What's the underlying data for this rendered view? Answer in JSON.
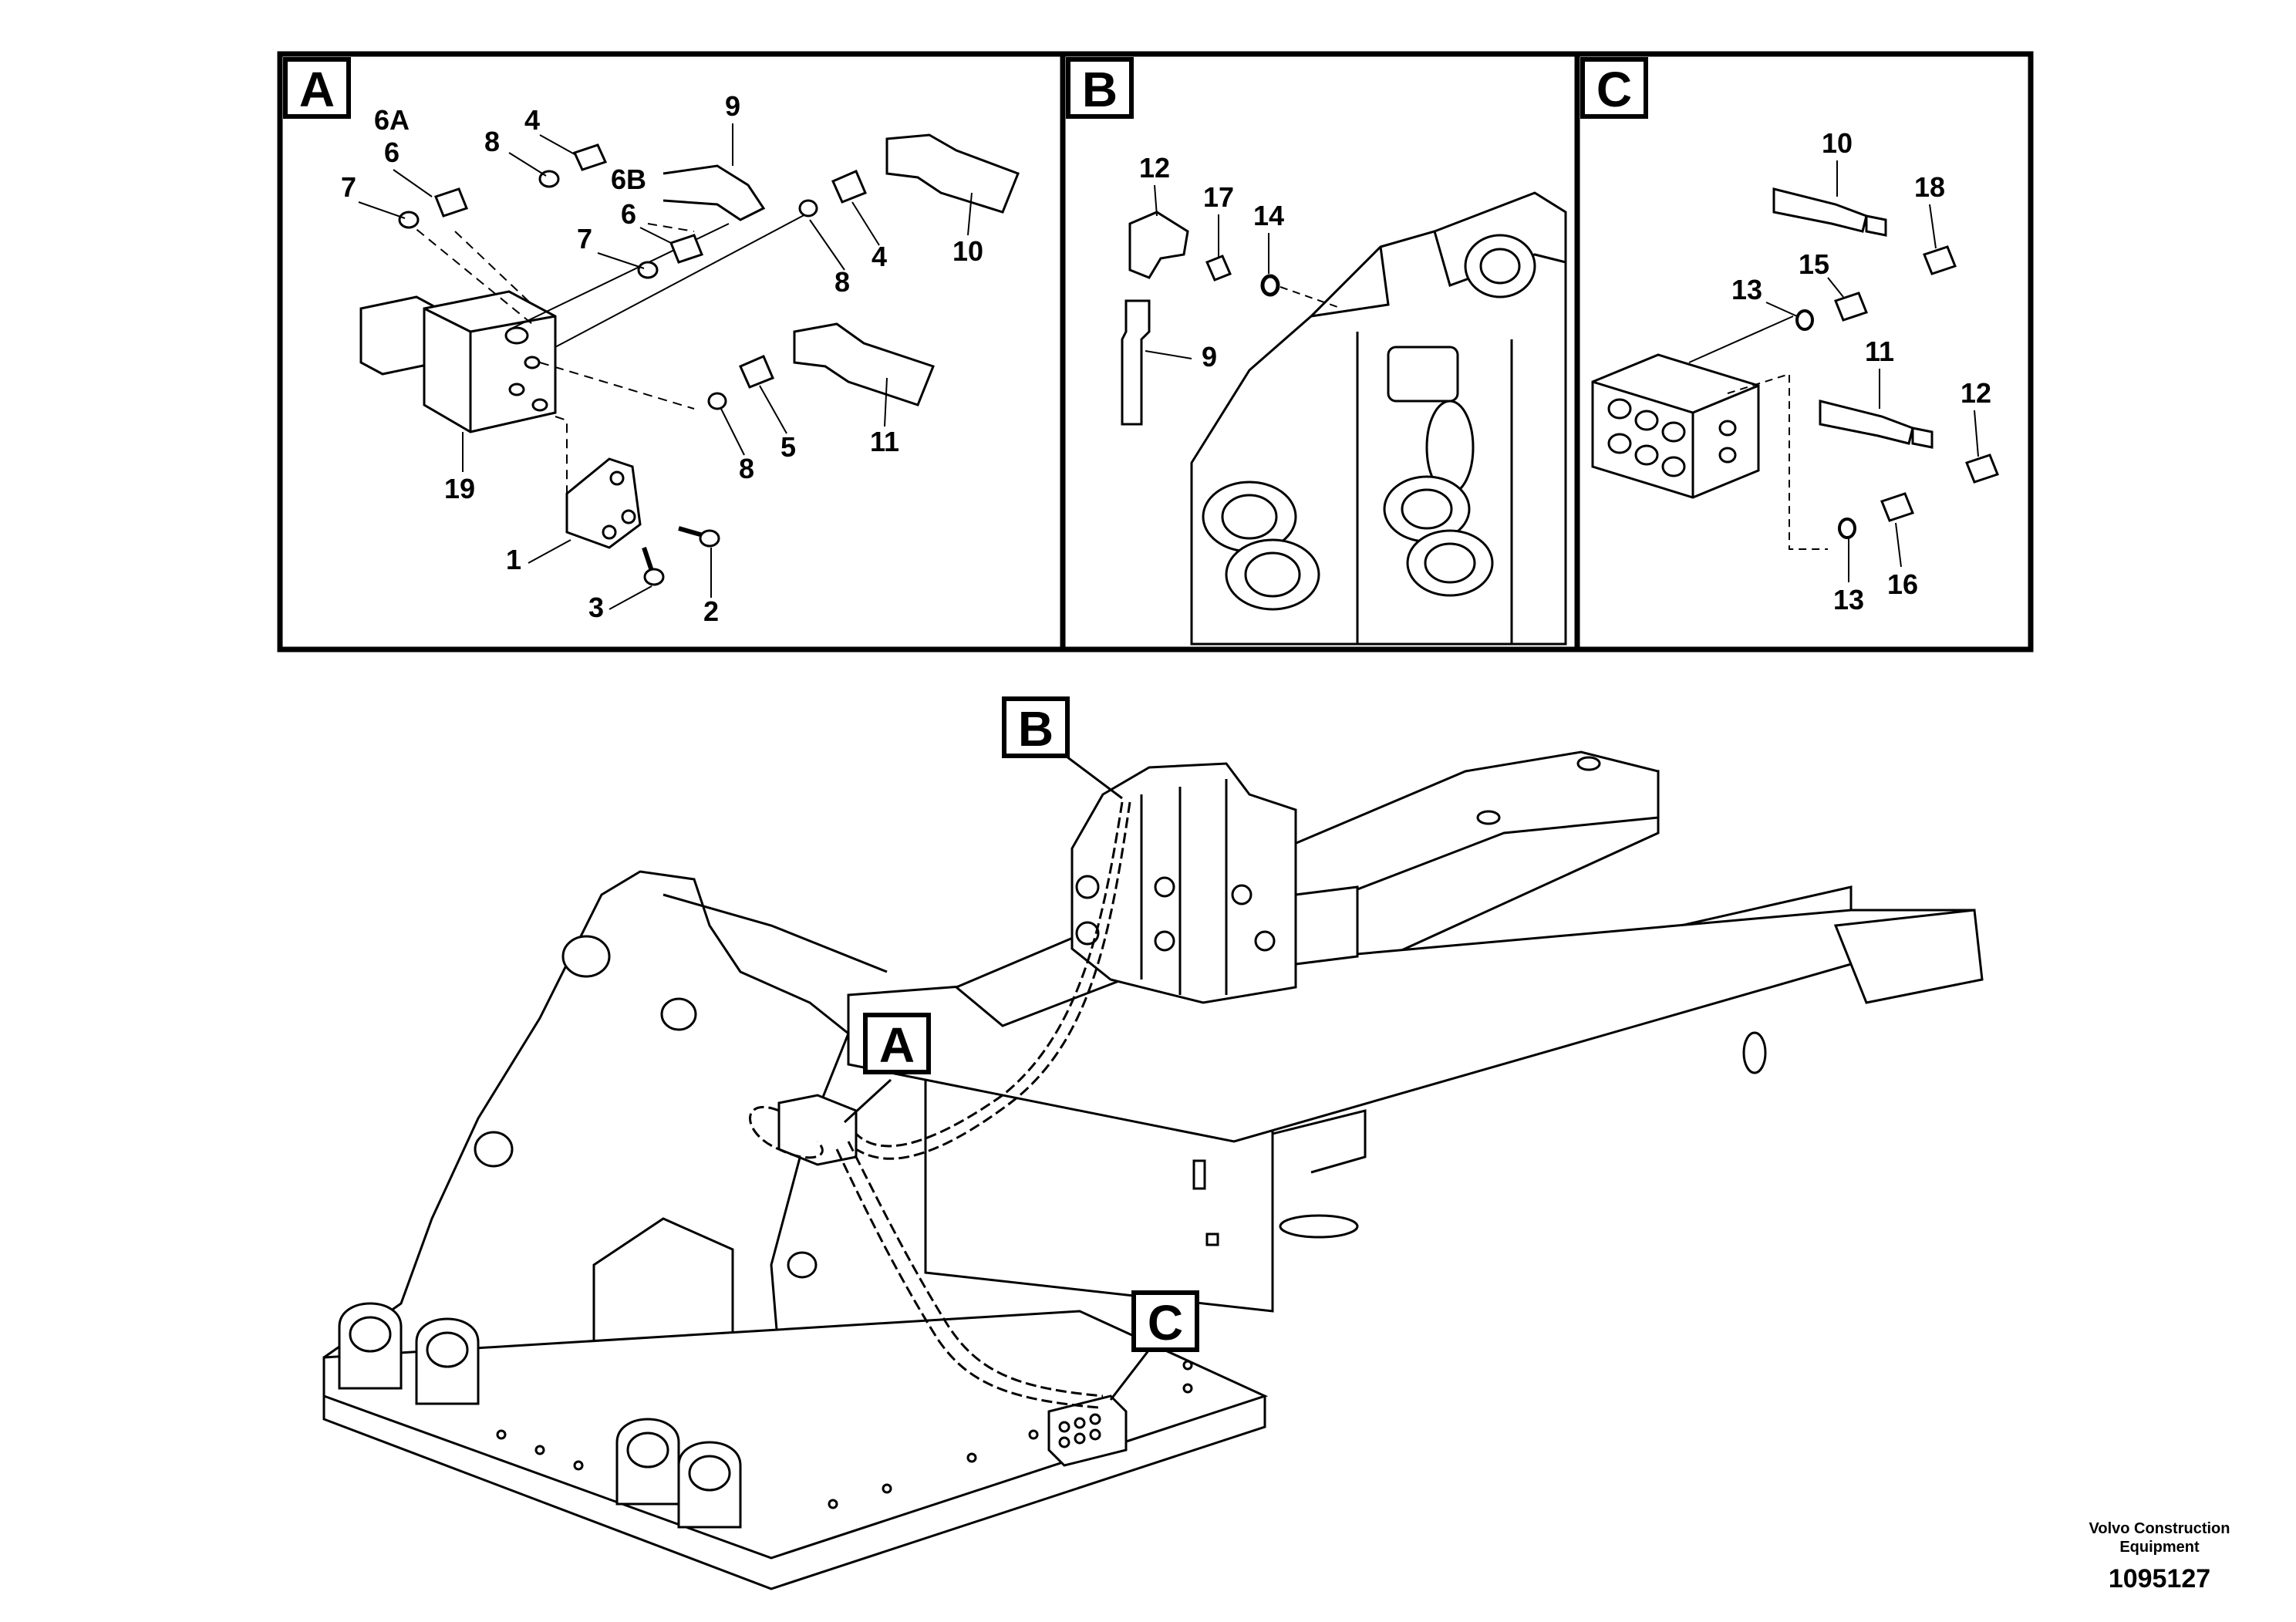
{
  "panels": [
    {
      "id": "A",
      "letter": "A",
      "labels": [
        "6A",
        "6",
        "4",
        "8",
        "9",
        "7",
        "6B",
        "6",
        "7",
        "8",
        "4",
        "10",
        "8",
        "5",
        "11",
        "19",
        "1",
        "3",
        "2"
      ]
    },
    {
      "id": "B",
      "letter": "B",
      "labels": [
        "12",
        "17",
        "14",
        "9"
      ]
    },
    {
      "id": "C",
      "letter": "C",
      "labels": [
        "10",
        "18",
        "15",
        "13",
        "11",
        "12",
        "13",
        "16"
      ]
    }
  ],
  "main_callouts": [
    "B",
    "A",
    "C"
  ],
  "footer": {
    "brand_line1": "Volvo Construction",
    "brand_line2": "Equipment",
    "drawing_number": "1095127"
  }
}
